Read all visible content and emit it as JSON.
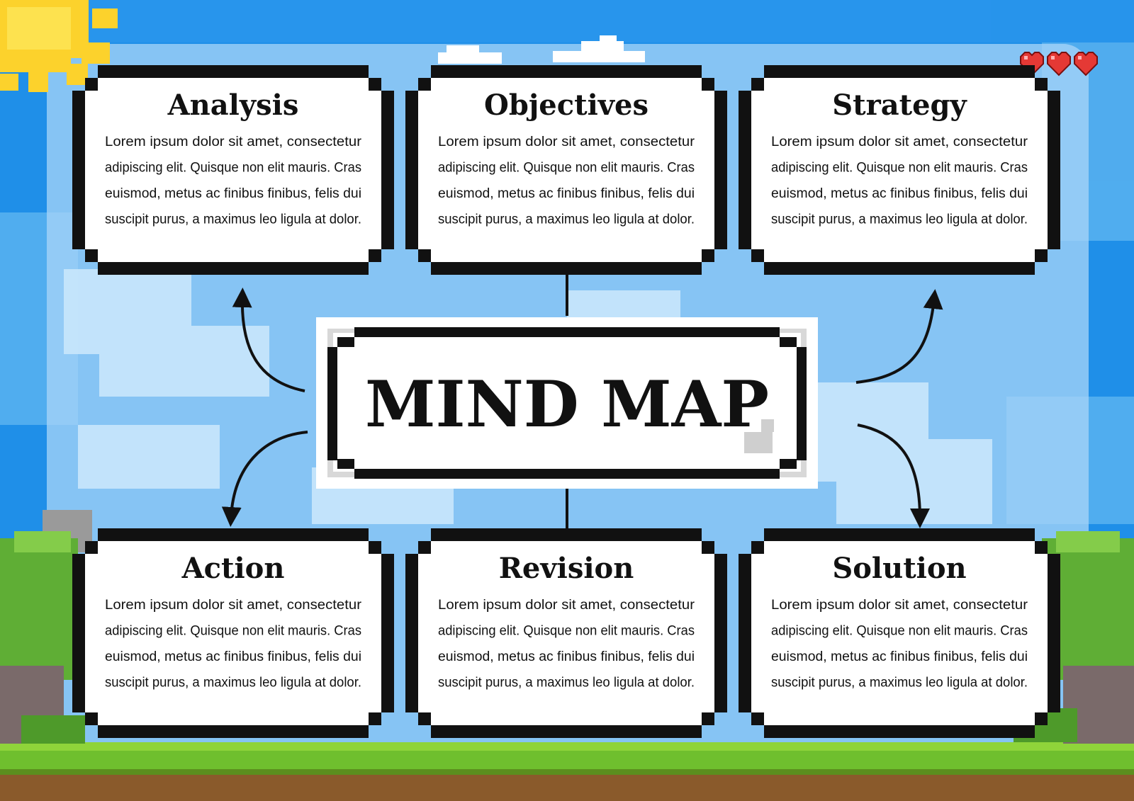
{
  "center": {
    "title": "MIND MAP"
  },
  "nodes": [
    {
      "title": "Analysis",
      "body": [
        "Lorem ipsum dolor sit amet, consectetur",
        "adipiscing elit. Quisque non elit mauris. Cras",
        "euismod, metus ac finibus finibus, felis dui",
        "suscipit purus, a maximus leo ligula at dolor."
      ]
    },
    {
      "title": "Objectives",
      "body": [
        "Lorem ipsum dolor sit amet, consectetur",
        "adipiscing elit. Quisque non elit mauris. Cras",
        "euismod, metus ac finibus finibus, felis dui",
        "suscipit purus, a maximus leo ligula at dolor."
      ]
    },
    {
      "title": "Strategy",
      "body": [
        "Lorem ipsum dolor sit amet, consectetur",
        "adipiscing elit. Quisque non elit mauris. Cras",
        "euismod, metus ac finibus finibus, felis dui",
        "suscipit purus, a maximus leo ligula at dolor."
      ]
    },
    {
      "title": "Action",
      "body": [
        "Lorem ipsum dolor sit amet, consectetur",
        "adipiscing elit. Quisque non elit mauris. Cras",
        "euismod, metus ac finibus finibus, felis dui",
        "suscipit purus, a maximus leo ligula at dolor."
      ]
    },
    {
      "title": "Revision",
      "body": [
        "Lorem ipsum dolor sit amet, consectetur",
        "adipiscing elit. Quisque non elit mauris. Cras",
        "euismod, metus ac finibus finibus, felis dui",
        "suscipit purus, a maximus leo ligula at dolor."
      ]
    },
    {
      "title": "Solution",
      "body": [
        "Lorem ipsum dolor sit amet, consectetur",
        "adipiscing elit. Quisque non elit mauris. Cras",
        "euismod, metus ac finibus finibus, felis dui",
        "suscipit purus, a maximus leo ligula at dolor."
      ]
    }
  ],
  "decor": {
    "sky_color": "#4aa8ec",
    "sky_light_color": "#8fcaf5",
    "panel_color": "#b9e0fb",
    "grass_color": "#6fbf2e",
    "dirt_color": "#8a5a2b",
    "sun_color": "#fcd22c",
    "heart_color": "#e53935",
    "lives": 3
  }
}
